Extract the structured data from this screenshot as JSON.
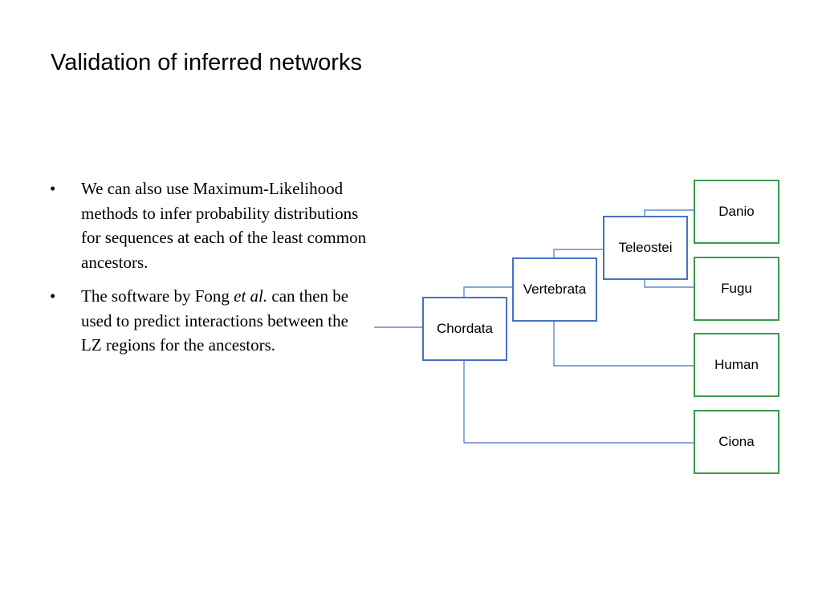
{
  "slide": {
    "title": "Validation of inferred networks"
  },
  "bullets": [
    {
      "marker": "•",
      "text": "We can also use Maximum-Likelihood methods to infer probability distributions for sequences at each of the least common ancestors."
    },
    {
      "marker": "•",
      "text_before": "The software by Fong ",
      "text_italic": "et al.",
      "text_after": " can then be used to predict interactions between the LZ regions for the ancestors."
    }
  ],
  "tree": {
    "ancestor_nodes": {
      "chordata": "Chordata",
      "vertebrata": "Vertebrata",
      "teleostei": "Teleostei"
    },
    "leaf_nodes": {
      "danio": "Danio",
      "fugu": "Fugu",
      "human": "Human",
      "ciona": "Ciona"
    },
    "colors": {
      "ancestor_border": "#4472c4",
      "leaf_border": "#3a9a4a",
      "edge": "#4472c4"
    }
  }
}
